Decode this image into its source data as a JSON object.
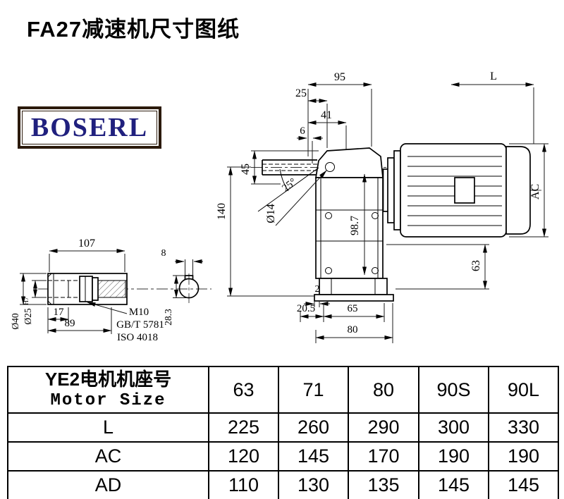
{
  "page": {
    "title": "FA27减速机尺寸图纸"
  },
  "logo": {
    "text": "BOSERL"
  },
  "colors": {
    "logo_text": "#20207e",
    "logo_border": "#2b1a0b",
    "line": "#000000"
  },
  "drawing": {
    "main_dims": {
      "d95": "95",
      "d25": "25",
      "dL": "L",
      "d41": "41",
      "d6": "6",
      "d45": "45",
      "d140": "140",
      "d14": "Ø14",
      "a25": "25°",
      "d98_7": "98.7",
      "dAC": "AC",
      "d63": "63",
      "d2": "2",
      "d20_5": "20.5",
      "d65": "65",
      "d80": "80"
    },
    "shaft_dims": {
      "d107": "107",
      "d17": "17",
      "d89": "89",
      "d40": "Ø40",
      "d25_base": "Ø25",
      "d25_tol": "H7",
      "m10": "M10",
      "gbt": "GB/T 5781",
      "iso": "ISO 4018",
      "d8": "8",
      "d28_3": "28.3"
    }
  },
  "table": {
    "header_cn": "YE2电机机座号",
    "header_en": "Motor Size",
    "columns": [
      "63",
      "71",
      "80",
      "90S",
      "90L"
    ],
    "rows": [
      {
        "label": "L",
        "values": [
          "225",
          "260",
          "290",
          "300",
          "330"
        ]
      },
      {
        "label": "AC",
        "values": [
          "120",
          "145",
          "170",
          "190",
          "190"
        ]
      },
      {
        "label": "AD",
        "values": [
          "110",
          "130",
          "135",
          "145",
          "145"
        ]
      }
    ]
  }
}
